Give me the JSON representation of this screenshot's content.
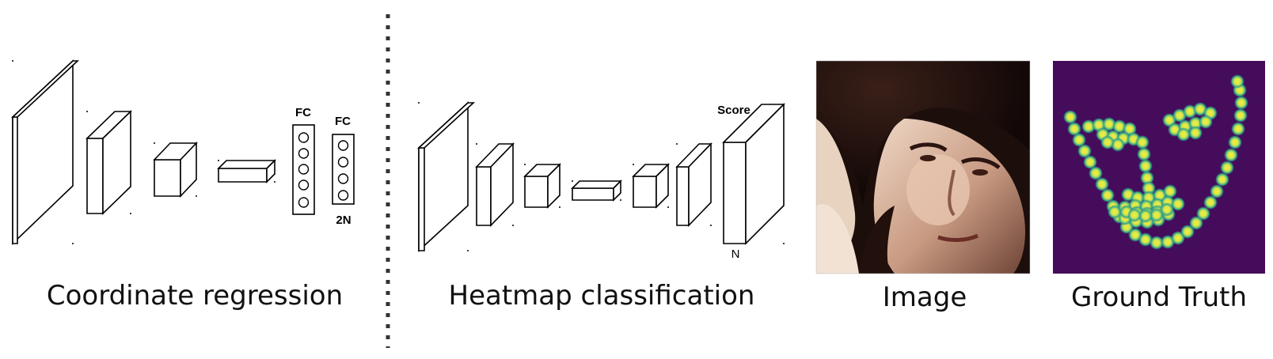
{
  "captions": {
    "coordinate_regression": "Coordinate regression",
    "heatmap_classification": "Heatmap classification",
    "image": "Image",
    "ground_truth": "Ground Truth"
  },
  "left_network": {
    "fc_label_1": "FC",
    "fc_label_2": "FC",
    "output_label": "2N"
  },
  "right_network": {
    "score_label": "Score",
    "output_label": "N"
  },
  "colors": {
    "heatmap_background": "#440c5a",
    "heatmap_glow": "#2aa88a",
    "heatmap_core": "#e9ea4a",
    "divider": "#333333"
  },
  "photo": {
    "icon": "face-photo"
  }
}
